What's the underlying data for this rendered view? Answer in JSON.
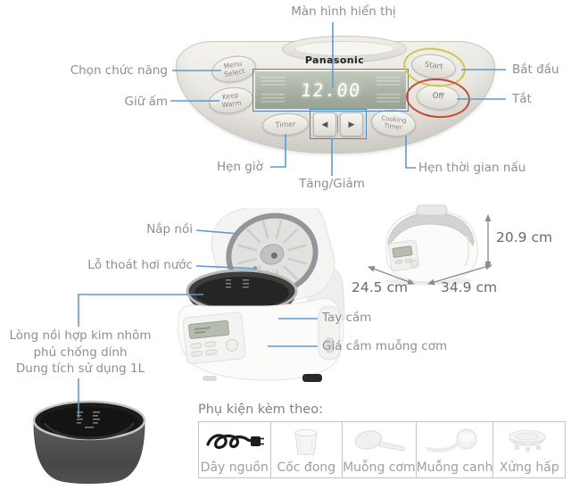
{
  "product": {
    "brand": "Panasonic"
  },
  "control_panel": {
    "display_value": "12.00",
    "buttons": {
      "menu_select": [
        "Menu",
        "Select"
      ],
      "keep_warm": [
        "Keep",
        "Warm"
      ],
      "timer": "Timer",
      "arrow_left": "◀",
      "arrow_right": "▶",
      "cooking_timer": [
        "Cooking",
        "Timer"
      ],
      "start": "Start",
      "off": "Off"
    }
  },
  "callouts": {
    "display": "Màn hình hiển thị",
    "menu_select": "Chọn chức năng",
    "keep_warm": "Giữ ấm",
    "start": "Bắt đầu",
    "off": "Tắt",
    "timer": "Hẹn giờ",
    "increase_decrease": "Tăng/Giảm",
    "cooking_timer": "Hẹn thời gian nấu",
    "lid": "Nắp nồi",
    "steam_vent": "Lỗ thoát hơi nước",
    "handle": "Tay cầm",
    "spoon_holder": "Giá cắm muỗng cơm",
    "inner_pot_lines": [
      "Lòng nồi hợp kim nhôm",
      "phủ chống dính",
      "Dung tích sử dụng 1L"
    ]
  },
  "dimensions": {
    "height": "20.9 cm",
    "depth": "24.5 cm",
    "width": "34.9 cm"
  },
  "accessories": {
    "heading": "Phụ kiện kèm theo:",
    "items": [
      {
        "label": "Dây nguồn",
        "icon": "power-cord-icon"
      },
      {
        "label": "Cốc đong",
        "icon": "measuring-cup-icon"
      },
      {
        "label": "Muỗng cơm",
        "icon": "rice-paddle-icon"
      },
      {
        "label": "Muỗng canh",
        "icon": "soup-ladle-icon"
      },
      {
        "label": "Xửng hấp",
        "icon": "steam-basket-icon"
      }
    ]
  },
  "colors": {
    "callout_line": "#5e9ad0",
    "callout_text": "#8f8f8f",
    "display_highlight_box": "#4a86c8",
    "start_highlight": "#d4c44e",
    "off_highlight": "#c5493b"
  }
}
